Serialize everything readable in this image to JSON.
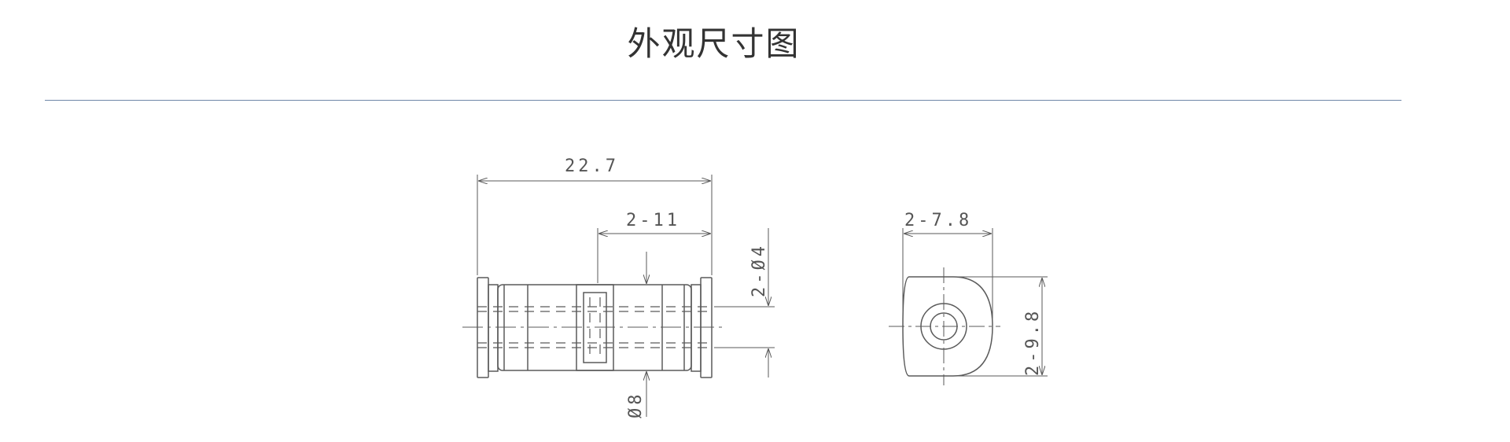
{
  "page": {
    "title": "外观尺寸图"
  },
  "drawing": {
    "line_color": "#5a5a5a",
    "side_view": {
      "overall_length": "22.7",
      "insert_depth": "2-11",
      "tube_bore": "2-Ø4",
      "body_diameter": "Ø8"
    },
    "end_view": {
      "width": "2-7.8",
      "height": "2-9.8"
    }
  }
}
